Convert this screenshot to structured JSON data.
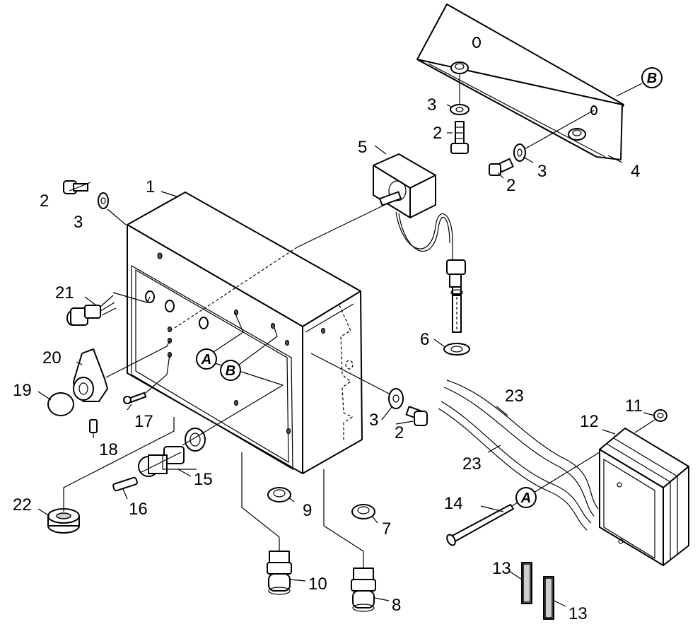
{
  "diagram": {
    "callouts": [
      {
        "id": "1",
        "label": "1"
      },
      {
        "id": "2a",
        "label": "2"
      },
      {
        "id": "2b",
        "label": "2"
      },
      {
        "id": "2c",
        "label": "2"
      },
      {
        "id": "2d",
        "label": "2"
      },
      {
        "id": "3a",
        "label": "3"
      },
      {
        "id": "3b",
        "label": "3"
      },
      {
        "id": "3c",
        "label": "3"
      },
      {
        "id": "3d",
        "label": "3"
      },
      {
        "id": "4",
        "label": "4"
      },
      {
        "id": "5",
        "label": "5"
      },
      {
        "id": "6",
        "label": "6"
      },
      {
        "id": "7",
        "label": "7"
      },
      {
        "id": "8",
        "label": "8"
      },
      {
        "id": "9",
        "label": "9"
      },
      {
        "id": "10",
        "label": "10"
      },
      {
        "id": "11",
        "label": "11"
      },
      {
        "id": "12",
        "label": "12"
      },
      {
        "id": "13a",
        "label": "13"
      },
      {
        "id": "13b",
        "label": "13"
      },
      {
        "id": "14",
        "label": "14"
      },
      {
        "id": "15",
        "label": "15"
      },
      {
        "id": "16",
        "label": "16"
      },
      {
        "id": "17",
        "label": "17"
      },
      {
        "id": "18",
        "label": "18"
      },
      {
        "id": "19",
        "label": "19"
      },
      {
        "id": "20",
        "label": "20"
      },
      {
        "id": "21",
        "label": "21"
      },
      {
        "id": "22",
        "label": "22"
      },
      {
        "id": "23a",
        "label": "23"
      },
      {
        "id": "23b",
        "label": "23"
      }
    ],
    "references": [
      {
        "id": "A-box",
        "label": "A"
      },
      {
        "id": "B-box",
        "label": "B"
      },
      {
        "id": "A-transformer",
        "label": "A"
      },
      {
        "id": "B-bracket",
        "label": "B"
      }
    ]
  }
}
